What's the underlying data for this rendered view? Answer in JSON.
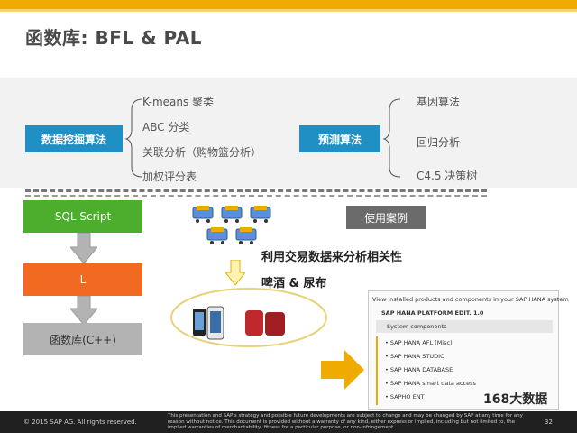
{
  "title": "函数库: BFL & PAL",
  "bfl": {
    "label": "数据挖掘算法",
    "items": [
      "K-means 聚类",
      "ABC 分类",
      "关联分析（购物篮分析）",
      "加权评分表"
    ]
  },
  "pal": {
    "label": "预测算法",
    "items": [
      "基因算法",
      "回归分析",
      "C4.5  决策树"
    ]
  },
  "flow": {
    "box1": "SQL Script",
    "box2": "L",
    "box3": "函数库(C++)"
  },
  "usage_button": "使用案例",
  "analysis_text": "利用交易数据来分析相关性",
  "example_text": "啤酒 & 尿布",
  "panel": {
    "header": "View installed products and components in your SAP HANA system",
    "platform": "SAP HANA PLATFORM EDIT. 1.0",
    "section": "System components",
    "rows": [
      "• SAP HANA AFL (Misc)",
      "• SAP HANA STUDIO",
      "• SAP HANA DATABASE",
      "• SAP HANA smart data access",
      "• SAPHO    ENT"
    ]
  },
  "footer": {
    "copyright": "© 2015 SAP AG. All rights reserved.",
    "disclaimer": "This presentation and SAP's strategy and possible future developments are subject to change and may be changed by SAP at any time for any reason without notice. This document is provided without a warranty of any kind, either express or implied, including but not limited to, the implied warranties of merchantability, fitness for a particular purpose, or non-infringement.",
    "page": "32",
    "watermark": "168大数据"
  },
  "colors": {
    "accent": "#f0ab00",
    "blue": "#1f8fc4",
    "green": "#4cae2c",
    "orange": "#f26a21",
    "gray": "#b3b3b3"
  }
}
